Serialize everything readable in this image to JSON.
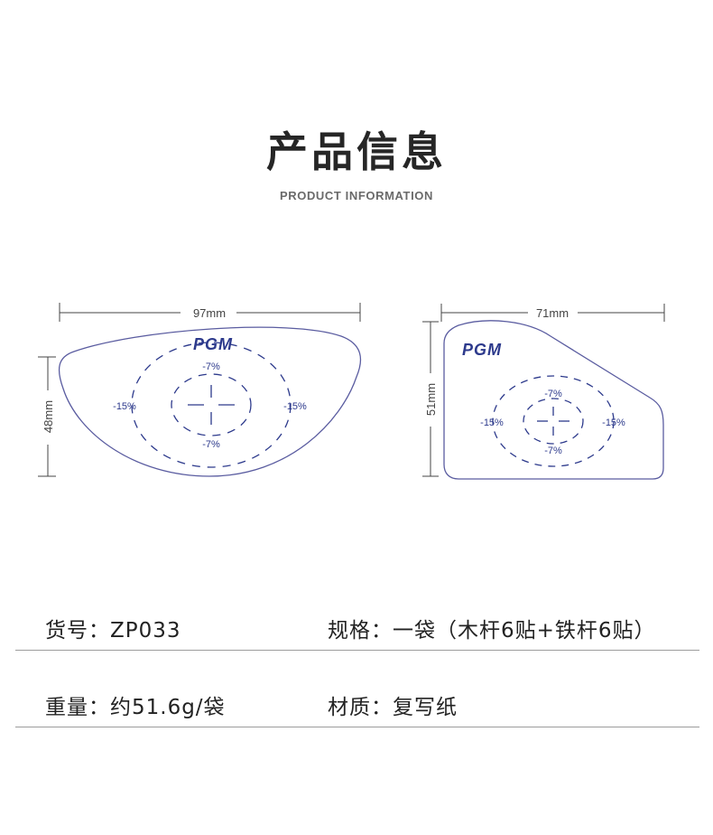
{
  "header": {
    "title": "产品信息",
    "subtitle": "PRODUCT INFORMATION"
  },
  "wood": {
    "width_label": "97mm",
    "height_label": "48mm",
    "logo": "PGM",
    "top_label": "-7%",
    "bottom_label": "-7%",
    "left_label": "-15%",
    "right_label": "-15%"
  },
  "iron": {
    "width_label": "71mm",
    "height_label": "51mm",
    "logo": "PGM",
    "top_label": "-7%",
    "bottom_label": "-7%",
    "left_label": "-15%",
    "right_label": "-15%"
  },
  "specs": {
    "item_no": "货号：ZP033",
    "spec": "规格：一袋（木杆6贴+铁杆6贴）",
    "weight": "重量：约51.6g/袋",
    "material": "材质：复写纸"
  },
  "colors": {
    "outline": "#5a5ca0",
    "logo": "#2d3a8c",
    "dims": "#444444"
  }
}
